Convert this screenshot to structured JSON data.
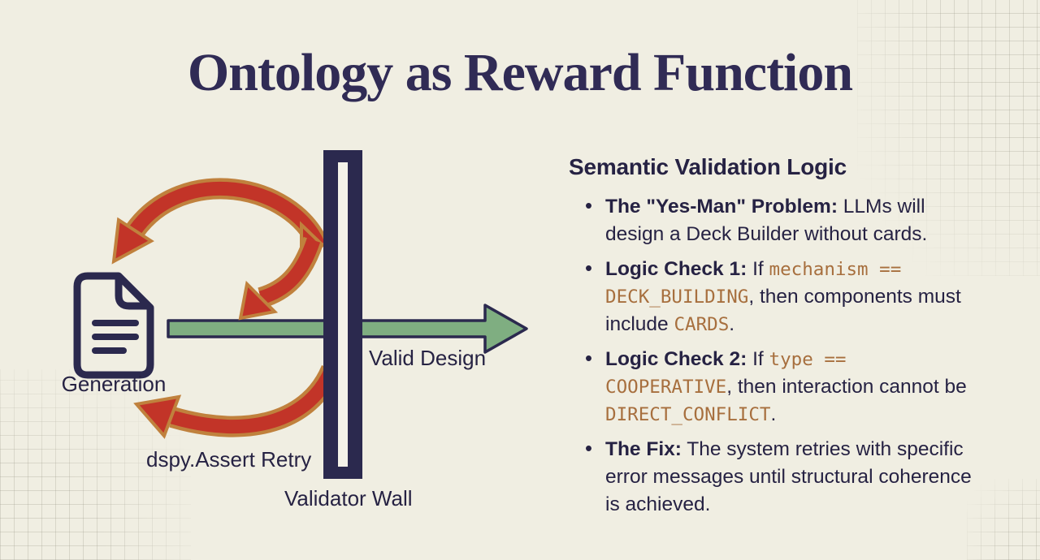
{
  "slide": {
    "title": "Ontology as Reward Function"
  },
  "theme": {
    "background": "#f0eee2",
    "navy": "#2b294e",
    "ink": "#262243",
    "red": "#c23428",
    "red_outline": "#c0813d",
    "green": "#7fae81",
    "code_brown": "#a76f3e"
  },
  "diagram": {
    "generation_label": "Generation",
    "valid_design_label": "Valid Design",
    "retry_label": "dspy.Assert Retry",
    "wall_label": "Validator Wall",
    "icons": [
      {
        "name": "document-icon",
        "meaning": "generated design document"
      },
      {
        "name": "valid-design-arrow",
        "meaning": "green arrow passing through wall"
      },
      {
        "name": "validator-wall-shape",
        "meaning": "vertical wall barrier"
      },
      {
        "name": "retry-arc-top",
        "meaning": "red rejection arc back to generation"
      },
      {
        "name": "retry-arc-bounce",
        "meaning": "red arc bouncing down off wall"
      },
      {
        "name": "retry-arc-bottom",
        "meaning": "red dspy.Assert retry arc"
      }
    ]
  },
  "panel": {
    "heading": "Semantic Validation Logic",
    "bullets": [
      {
        "segments": [
          {
            "kind": "b",
            "text": "The \"Yes-Man\" Problem:"
          },
          {
            "kind": "t",
            "text": " LLMs will design a Deck Builder without cards."
          }
        ]
      },
      {
        "segments": [
          {
            "kind": "b",
            "text": "Logic Check 1:"
          },
          {
            "kind": "t",
            "text": " If "
          },
          {
            "kind": "c",
            "text": "mechanism == DECK_BUILDING"
          },
          {
            "kind": "t",
            "text": ", then components must include "
          },
          {
            "kind": "c",
            "text": "CARDS"
          },
          {
            "kind": "t",
            "text": "."
          }
        ]
      },
      {
        "segments": [
          {
            "kind": "b",
            "text": "Logic Check 2:"
          },
          {
            "kind": "t",
            "text": " If "
          },
          {
            "kind": "c",
            "text": "type == COOPERATIVE"
          },
          {
            "kind": "t",
            "text": ", then interaction cannot be "
          },
          {
            "kind": "c",
            "text": "DIRECT_CONFLICT"
          },
          {
            "kind": "t",
            "text": "."
          }
        ]
      },
      {
        "segments": [
          {
            "kind": "b",
            "text": "The Fix:"
          },
          {
            "kind": "t",
            "text": " The system retries with specific error messages until structural coherence is achieved."
          }
        ]
      }
    ]
  }
}
